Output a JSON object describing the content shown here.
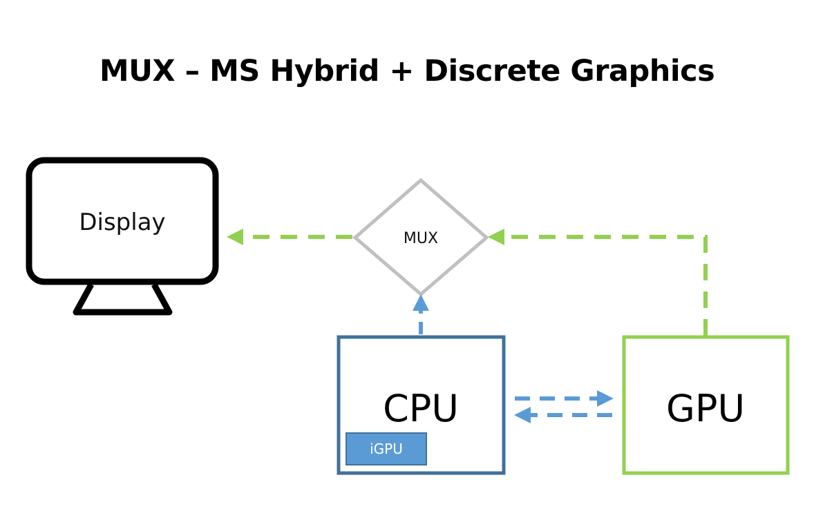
{
  "title": "MUX – MS Hybrid + Discrete Graphics",
  "nodes": {
    "display": {
      "label": "Display"
    },
    "mux": {
      "label": "MUX"
    },
    "cpu": {
      "label": "CPU",
      "color": "#41719c"
    },
    "igpu": {
      "label": "iGPU",
      "color": "#5b9bd5"
    },
    "gpu": {
      "label": "GPU",
      "color": "#92d050"
    }
  },
  "colors": {
    "green_link": "#92d050",
    "blue_link": "#5b9bd5",
    "mux_outline": "#c0c0c0",
    "display_outline": "#000000"
  },
  "edges": [
    {
      "from": "gpu",
      "to": "mux",
      "style": "dashed",
      "color": "green"
    },
    {
      "from": "mux",
      "to": "display",
      "style": "dashed",
      "color": "green"
    },
    {
      "from": "cpu",
      "to": "mux",
      "style": "dashed",
      "color": "blue"
    },
    {
      "from": "cpu",
      "to": "gpu",
      "style": "dashed",
      "color": "blue"
    },
    {
      "from": "gpu",
      "to": "cpu",
      "style": "dashed",
      "color": "blue"
    }
  ]
}
